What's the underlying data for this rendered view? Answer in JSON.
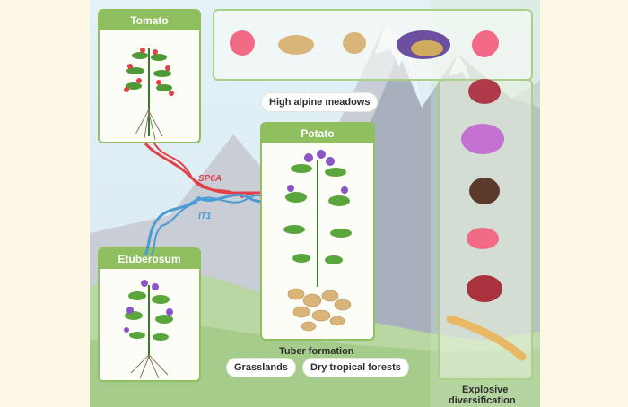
{
  "panels": {
    "tomato": "Tomato",
    "potato": "Potato",
    "etuberosum": "Etuberosum"
  },
  "genes": {
    "sp6a": "SP6A",
    "it1": "IT1"
  },
  "habitats": {
    "alpine": "High alpine meadows",
    "grasslands": "Grasslands",
    "dry_forests": "Dry tropical forests"
  },
  "labels": {
    "tuber_formation": "Tuber formation",
    "explosive_line1": "Explosive",
    "explosive_line2": "diversification"
  },
  "colors": {
    "panel_green": "#8fbf5f",
    "sp6a_red": "#e0424a",
    "it1_blue": "#4a9bd6",
    "tuber_tan": "#d9b57a",
    "flower_purple": "#8a55c8"
  }
}
